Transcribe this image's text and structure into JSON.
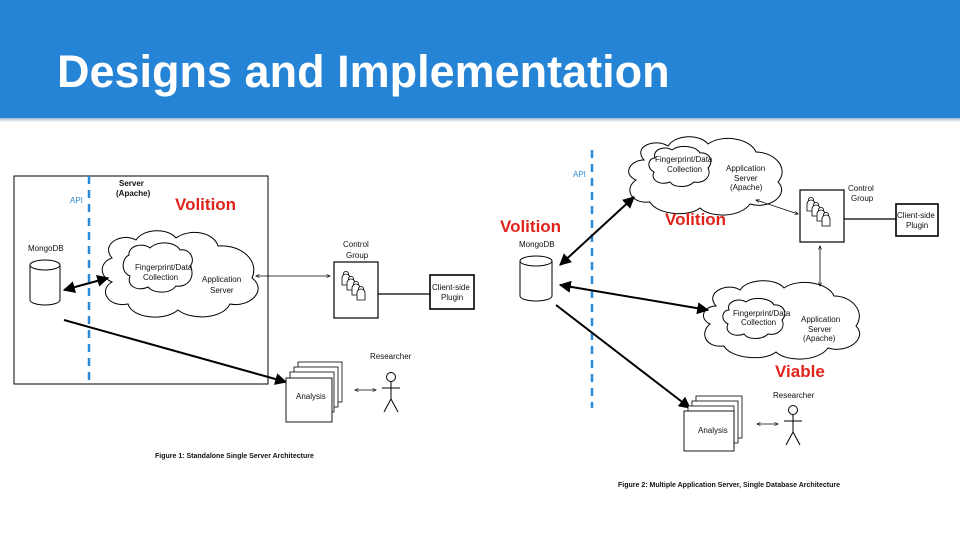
{
  "title": "Designs and Implementation",
  "fig1": {
    "api": "API",
    "server_line1": "Server",
    "server_line2": "(Apache)",
    "volition": "Volition",
    "mongodb": "MongoDB",
    "fp_line1": "Fingerprint/Data",
    "fp_line2": "Collection",
    "app_line1": "Application",
    "app_line2": "Server",
    "control_line1": "Control",
    "control_line2": "Group",
    "plugin_line1": "Client-side",
    "plugin_line2": "Plugin",
    "researcher": "Researcher",
    "analysis": "Analysis",
    "caption": "Figure 1: Standalone Single Server Architecture"
  },
  "fig2": {
    "api": "API",
    "volition_left": "Volition",
    "mongodb": "MongoDB",
    "fp1_line1": "Fingerprint/Data",
    "fp1_line2": "Collection",
    "app1_line1": "Application",
    "app1_line2": "Server",
    "app1_line3": "(Apache)",
    "volition_top": "Volition",
    "control_line1": "Control",
    "control_line2": "Group",
    "plugin_line1": "Client-side",
    "plugin_line2": "Plugin",
    "fp2_line1": "Fingerprint/Data",
    "fp2_line2": "Collection",
    "app2_line1": "Application",
    "app2_line2": "Server",
    "app2_line3": "(Apache)",
    "viable": "Viable",
    "researcher": "Researcher",
    "analysis": "Analysis",
    "caption": "Figure 2: Multiple Application Server, Single Database Architecture"
  },
  "colors": {
    "header": "#2684d6",
    "accent_red": "#e0241c",
    "api_blue": "#2b8ad8"
  }
}
